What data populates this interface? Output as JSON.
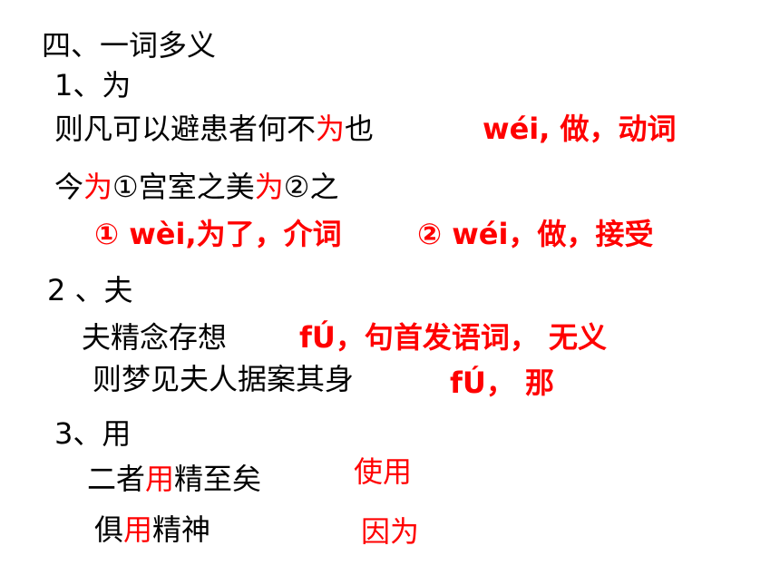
{
  "title": "四、一词多义",
  "colors": {
    "text": "#000000",
    "highlight": "#ff0000"
  },
  "sections": [
    {
      "heading": "1、为",
      "examples": [
        {
          "before": "则凡可以避患者何不",
          "highlight": "为",
          "after": "也",
          "answer": "wéi, 做，动词"
        },
        {
          "seg1": "今",
          "h1": "为",
          "seg2": "①宫室之美",
          "h2": "为",
          "seg3": "②之",
          "answer1": "① wèi,为了，介词",
          "answer2": "② wéi，做，接受"
        }
      ]
    },
    {
      "heading": "2 、夫",
      "examples": [
        {
          "text": "夫精念存想",
          "answer": "fÚ，句首发语词， 无义"
        },
        {
          "text": "则梦见夫人据案其身",
          "answer": "fÚ， 那"
        }
      ]
    },
    {
      "heading": "3、用",
      "examples": [
        {
          "before": "二者",
          "highlight": "用",
          "after": "精至矣",
          "answer": "使用"
        },
        {
          "before": "俱",
          "highlight": "用",
          "after": "精神",
          "answer": "因为"
        }
      ]
    }
  ]
}
